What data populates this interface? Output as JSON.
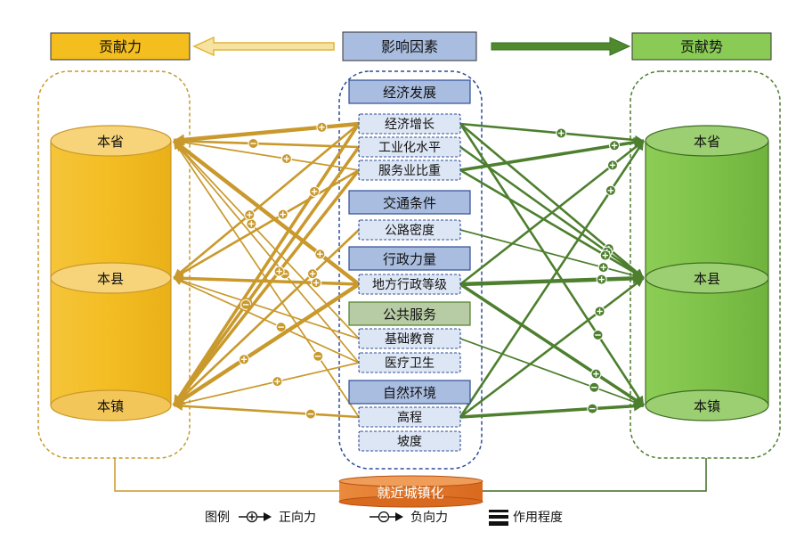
{
  "header": {
    "left_title": "贡献力",
    "center_title": "影响因素",
    "right_title": "贡献势"
  },
  "left_levels": [
    "本省",
    "本县",
    "本镇"
  ],
  "right_levels": [
    "本省",
    "本县",
    "本镇"
  ],
  "factor_groups": [
    {
      "name": "经济发展",
      "items": [
        "经济增长",
        "工业化水平",
        "服务业比重"
      ]
    },
    {
      "name": "交通条件",
      "items": [
        "公路密度"
      ]
    },
    {
      "name": "行政力量",
      "items": [
        "地方行政等级"
      ]
    },
    {
      "name": "公共服务",
      "items": [
        "基础教育",
        "医疗卫生"
      ]
    },
    {
      "name": "自然环境",
      "items": [
        "高程",
        "坡度"
      ]
    }
  ],
  "bottom_label": "就近城镇化",
  "legend": {
    "title": "图例",
    "positive": "正向力",
    "negative": "负向力",
    "degree": "作用程度"
  },
  "colors": {
    "left_accent": "#f0b929",
    "left_line": "#c9992c",
    "right_accent": "#7fc04a",
    "right_line": "#4d7f2e",
    "center_fill": "#a9bde0",
    "center_border": "#2e4c96",
    "bottom_fill": "#e57a2e"
  },
  "left_links": [
    {
      "level": "本省",
      "factor": "经济增长",
      "sign": "+",
      "weight": 4
    },
    {
      "level": "本省",
      "factor": "工业化水平",
      "sign": "-",
      "weight": 2
    },
    {
      "level": "本省",
      "factor": "服务业比重",
      "sign": "+",
      "weight": 1
    },
    {
      "level": "本省",
      "factor": "地方行政等级",
      "sign": "+",
      "weight": 4
    },
    {
      "level": "本省",
      "factor": "基础教育",
      "sign": "+",
      "weight": 1
    },
    {
      "level": "本省",
      "factor": "医疗卫生",
      "sign": "-",
      "weight": 1
    },
    {
      "level": "本省",
      "factor": "高程",
      "sign": "-",
      "weight": 1
    },
    {
      "level": "本县",
      "factor": "经济增长",
      "sign": "+",
      "weight": 2
    },
    {
      "level": "本县",
      "factor": "服务业比重",
      "sign": "+",
      "weight": 2
    },
    {
      "level": "本县",
      "factor": "地方行政等级",
      "sign": "+",
      "weight": 3
    },
    {
      "level": "本县",
      "factor": "基础教育",
      "sign": "-",
      "weight": 1
    },
    {
      "level": "本县",
      "factor": "医疗卫生",
      "sign": "-",
      "weight": 1
    },
    {
      "level": "本镇",
      "factor": "经济增长",
      "sign": "+",
      "weight": 3
    },
    {
      "level": "本镇",
      "factor": "工业化水平",
      "sign": "-",
      "weight": 3
    },
    {
      "level": "本镇",
      "factor": "服务业比重",
      "sign": "+",
      "weight": 3
    },
    {
      "level": "本镇",
      "factor": "公路密度",
      "sign": "+",
      "weight": 2
    },
    {
      "level": "本镇",
      "factor": "地方行政等级",
      "sign": "+",
      "weight": 4
    },
    {
      "level": "本镇",
      "factor": "医疗卫生",
      "sign": "+",
      "weight": 1
    },
    {
      "level": "本镇",
      "factor": "高程",
      "sign": "-",
      "weight": 2
    }
  ],
  "right_links": [
    {
      "level": "本省",
      "factor": "经济增长",
      "sign": "+",
      "weight": 2
    },
    {
      "level": "本省",
      "factor": "服务业比重",
      "sign": "+",
      "weight": 3
    },
    {
      "level": "本省",
      "factor": "地方行政等级",
      "sign": "+",
      "weight": 2
    },
    {
      "level": "本省",
      "factor": "高程",
      "sign": "+",
      "weight": 2
    },
    {
      "level": "本县",
      "factor": "经济增长",
      "sign": "+",
      "weight": 2
    },
    {
      "level": "本县",
      "factor": "工业化水平",
      "sign": "+",
      "weight": 2
    },
    {
      "level": "本县",
      "factor": "服务业比重",
      "sign": "+",
      "weight": 2
    },
    {
      "level": "本县",
      "factor": "公路密度",
      "sign": "+",
      "weight": 1
    },
    {
      "level": "本县",
      "factor": "地方行政等级",
      "sign": "+",
      "weight": 4
    },
    {
      "level": "本县",
      "factor": "高程",
      "sign": "+",
      "weight": 2
    },
    {
      "level": "本镇",
      "factor": "经济增长",
      "sign": "-",
      "weight": 2
    },
    {
      "level": "本镇",
      "factor": "地方行政等级",
      "sign": "+",
      "weight": 3
    },
    {
      "level": "本镇",
      "factor": "基础教育",
      "sign": "-",
      "weight": 1
    },
    {
      "level": "本镇",
      "factor": "高程",
      "sign": "-",
      "weight": 3
    }
  ]
}
